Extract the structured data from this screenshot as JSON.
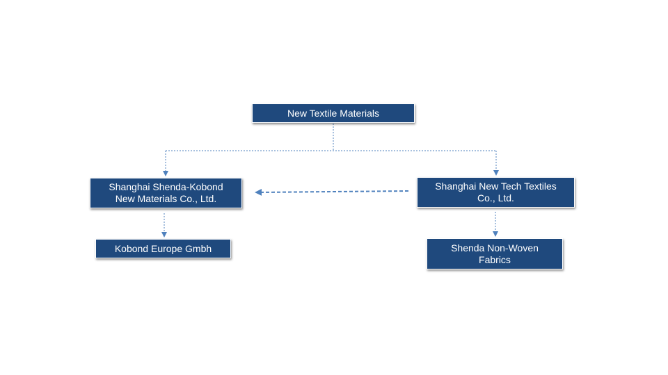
{
  "diagram": {
    "nodes": [
      {
        "id": "root",
        "label": "New Textile Materials"
      },
      {
        "id": "sk",
        "label": "Shanghai Shenda-Kobond\nNew Materials Co., Ltd."
      },
      {
        "id": "tech",
        "label": "Shanghai New Tech Textiles\nCo., Ltd."
      },
      {
        "id": "ke",
        "label": "Kobond Europe Gmbh"
      },
      {
        "id": "nw",
        "label": "Shenda Non-Woven\nFabrics"
      }
    ],
    "edges": [
      {
        "from": "root",
        "to": "sk",
        "style": "dashed"
      },
      {
        "from": "root",
        "to": "tech",
        "style": "dashed"
      },
      {
        "from": "sk",
        "to": "ke",
        "style": "dashed"
      },
      {
        "from": "tech",
        "to": "nw",
        "style": "dashed"
      },
      {
        "from": "tech",
        "to": "sk",
        "style": "dashed-bold"
      }
    ],
    "colors": {
      "node_fill": "#1f497d",
      "node_text": "#ffffff",
      "connector": "#4f81bd"
    }
  }
}
